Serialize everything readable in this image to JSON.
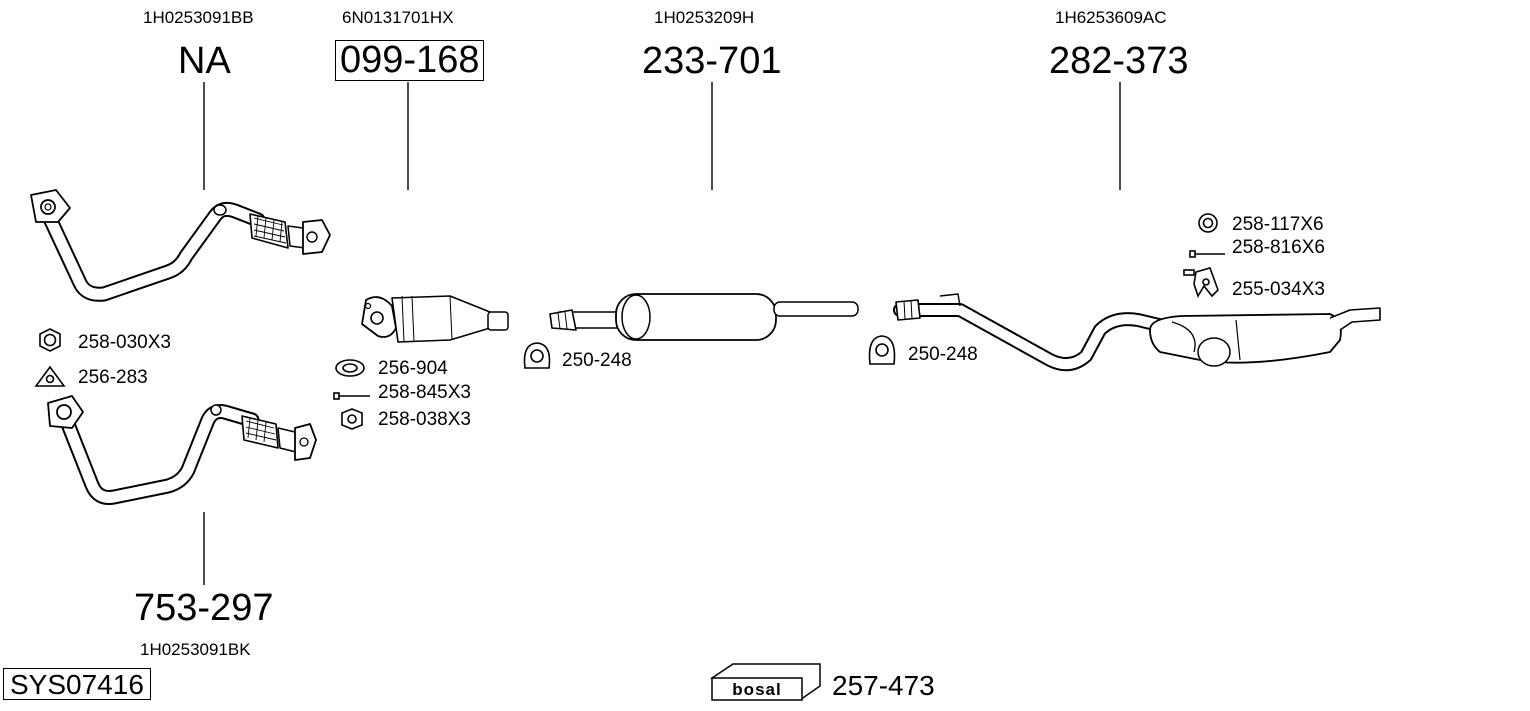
{
  "diagram": {
    "system_code": "SYS07416",
    "kit_number": "257-473",
    "brand_logo": "bosal",
    "parts": [
      {
        "oem": "1H0253091BB",
        "number": "NA",
        "boxed": false
      },
      {
        "oem": "6N0131701HX",
        "number": "099-168",
        "boxed": true
      },
      {
        "oem": "1H0253209H",
        "number": "233-701",
        "boxed": false
      },
      {
        "oem": "1H6253609AC",
        "number": "282-373",
        "boxed": false
      },
      {
        "oem": "1H0253091BK",
        "number": "753-297",
        "boxed": false
      }
    ],
    "accessories": [
      {
        "label": "258-030X3",
        "icon": "nut-icon"
      },
      {
        "label": "256-283",
        "icon": "gasket-icon"
      },
      {
        "label": "256-904",
        "icon": "gasket-ring-icon"
      },
      {
        "label": "258-845X3",
        "icon": "bolt-icon"
      },
      {
        "label": "258-038X3",
        "icon": "flange-nut-icon"
      },
      {
        "label": "250-248",
        "icon": "clamp-icon"
      },
      {
        "label": "250-248",
        "icon": "clamp-icon"
      },
      {
        "label": "258-117X6",
        "icon": "washer-icon"
      },
      {
        "label": "258-816X6",
        "icon": "bolt-icon"
      },
      {
        "label": "255-034X3",
        "icon": "hanger-icon"
      }
    ]
  }
}
